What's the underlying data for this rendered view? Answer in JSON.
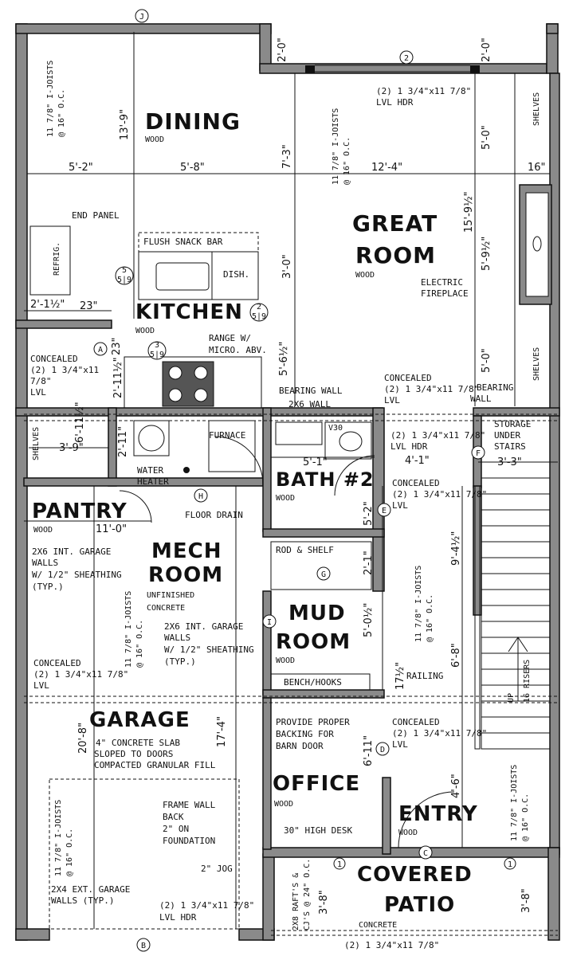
{
  "rooms": {
    "dining": "DINING",
    "dining_floor": "WOOD",
    "great_room_1": "GREAT",
    "great_room_2": "ROOM",
    "great_floor": "WOOD",
    "kitchen": "KITCHEN",
    "kitchen_floor": "WOOD",
    "pantry": "PANTRY",
    "pantry_floor": "WOOD",
    "mech_1": "MECH",
    "mech_2": "ROOM",
    "mech_floor_1": "UNFINISHED",
    "mech_floor_2": "CONCRETE",
    "bath": "BATH #2",
    "bath_floor": "WOOD",
    "mud_1": "MUD",
    "mud_2": "ROOM",
    "mud_floor": "WOOD",
    "garage": "GARAGE",
    "office": "OFFICE",
    "office_floor": "WOOD",
    "entry": "ENTRY",
    "entry_floor": "WOOD",
    "patio_1": "COVERED",
    "patio_2": "PATIO",
    "patio_floor": "CONCRETE"
  },
  "notes": {
    "ijoist_dining_1": "11 7/8\" I-JOISTS",
    "ijoist_dining_2": "@ 16\" O.C.",
    "ijoist_center_1": "11 7/8\" I-JOISTS",
    "ijoist_center_2": "@ 16\" O.C.",
    "ijoist_mech_1": "11 7/8\" I-JOISTS",
    "ijoist_mech_2": "@ 16\" O.C.",
    "ijoist_stair_1": "11 7/8\" I-JOISTS",
    "ijoist_stair_2": "@ 16\" O.C.",
    "ijoist_entry_1": "11 7/8\" I-JOISTS",
    "ijoist_entry_2": "@ 16\" O.C.",
    "ijoist_garage_1": "11 7/8\" I-JOISTS",
    "ijoist_garage_2": "@ 16\" O.C.",
    "lvl_top_1": "(2) 1 3/4\"x11 7/8\"",
    "lvl_top_2": "LVL HDR",
    "shelves_1": "SHELVES",
    "shelves_2": "SHELVES",
    "shelves_left": "SHELVES",
    "end_panel": "END PANEL",
    "refrig": "REFRIG.",
    "snack_bar": "FLUSH SNACK BAR",
    "dish": "DISH.",
    "electric_1": "ELECTRIC",
    "electric_2": "FIREPLACE",
    "range_1": "RANGE W/",
    "range_2": "MICRO. ABV.",
    "concealed_left_1": "CONCEALED",
    "concealed_left_2": "(2) 1 3/4\"x11",
    "concealed_left_3": "7/8\"",
    "concealed_left_4": "LVL",
    "bearing_wall_1": "BEARING WALL",
    "bearing_wall_2": "2X6 WALL",
    "concealed_mid_1": "CONCEALED",
    "concealed_mid_2": "(2) 1 3/4\"x11 7/8\"",
    "concealed_mid_3": "LVL",
    "bearing_right_1": "BEARING",
    "bearing_right_2": "WALL",
    "lvl_bath_1": "(2) 1 3/4\"x11 7/8\"",
    "lvl_bath_2": "LVL HDR",
    "storage_1": "STORAGE",
    "storage_2": "UNDER",
    "storage_3": "STAIRS",
    "furnace": "FURNACE",
    "v30": "V30",
    "water_1": "WATER",
    "water_2": "HEATER",
    "concealed_bath_1": "CONCEALED",
    "concealed_bath_2": "(2) 1 3/4\"x11 7/8\"",
    "concealed_bath_3": "LVL",
    "floor_drain": "FLOOR DRAIN",
    "garage_walls_1a": "2X6 INT. GARAGE",
    "garage_walls_1b": "WALLS",
    "garage_walls_1c": "W/ 1/2\" SHEATHING",
    "garage_walls_1d": "(TYP.)",
    "rod_shelf": "ROD & SHELF",
    "garage_walls_2a": "2X6 INT. GARAGE",
    "garage_walls_2b": "WALLS",
    "garage_walls_2c": "W/ 1/2\" SHEATHING",
    "garage_walls_2d": "(TYP.)",
    "railing": "RAILING",
    "up": "UP",
    "risers": "16 RISERS",
    "concealed_garage_1": "CONCEALED",
    "concealed_garage_2": "(2) 1 3/4\"x11 7/8\"",
    "concealed_garage_3": "LVL",
    "bench": "BENCH/HOOKS",
    "slab_1": "4\" CONCRETE SLAB",
    "slab_2": "SLOPED TO DOORS",
    "slab_3": "COMPACTED GRANULAR FILL",
    "provide_1": "PROVIDE PROPER",
    "provide_2": "BACKING FOR",
    "provide_3": "BARN DOOR",
    "concealed_office_1": "CONCEALED",
    "concealed_office_2": "(2) 1 3/4\"x11 7/8\"",
    "concealed_office_3": "LVL",
    "frame_1": "FRAME WALL",
    "frame_2": "BACK",
    "frame_3": "2\" ON",
    "frame_4": "FOUNDATION",
    "desk": "30\" HIGH DESK",
    "jog": "2\" JOG",
    "ext_walls_1": "2X4 EXT. GARAGE",
    "ext_walls_2": "WALLS (TYP.)",
    "lvl_garage_1": "(2) 1 3/4\"x11 7/8\"",
    "lvl_garage_2": "LVL HDR",
    "raft_1": "2X8 RAFT'S &",
    "raft_2": "CJ'S @ 24\" O.C.",
    "lvl_bottom": "(2) 1 3/4\"x11 7/8\""
  },
  "dims": {
    "d_2_0_left": "2'-0\"",
    "d_2_0_right": "2'-0\"",
    "d_13_9": "13'-9\"",
    "d_7_3": "7'-3\"",
    "d_5_0_top": "5'-0\"",
    "d_5_2": "5'-2\"",
    "d_5_8": "5'-8\"",
    "d_12_4": "12'-4\"",
    "d_16": "16\"",
    "d_15_9h": "15'-9½\"",
    "d_5_9h": "5'-9½\"",
    "d_3_0": "3'-0\"",
    "d_2_1h": "2'-1½\"",
    "d_23a": "23\"",
    "d_23b": "23\"",
    "d_5_6h": "5'-6½\"",
    "d_5_0_mid": "5'-0\"",
    "d_6_11h": "6'-11½\"",
    "d_2_11h": "2'-11½\"",
    "d_2_11": "2'-11\"",
    "d_3_9": "3'-9\"",
    "d_5_1": "5'-1\"",
    "d_4_1": "4'-1\"",
    "d_3_3": "3'-3\"",
    "d_11_0": "11'-0\"",
    "d_5_2b": "5'-2\"",
    "d_9_4h": "9'-4½\"",
    "d_2_1": "2'-1\"",
    "d_5_0h": "5'-0½\"",
    "d_6_8": "6'-8\"",
    "d_17h": "17½\"",
    "d_20_8": "20'-8\"",
    "d_17_4": "17'-4\"",
    "d_6_11": "6'-11\"",
    "d_4_6": "4'-6\"",
    "d_3_8a": "3'-8\"",
    "d_3_8b": "3'-8\""
  },
  "tags": {
    "j": "J",
    "two": "2",
    "a": "A",
    "h": "H",
    "e": "E",
    "g": "G",
    "f": "F",
    "i": "I",
    "d": "D",
    "c": "C",
    "b": "B",
    "one_a": "1",
    "one_b": "1",
    "s59a_top": "5",
    "s59a_bot": "5|9",
    "s59b_top": "2",
    "s59b_bot": "5|9",
    "s59c_top": "3",
    "s59c_bot": "5|9"
  }
}
